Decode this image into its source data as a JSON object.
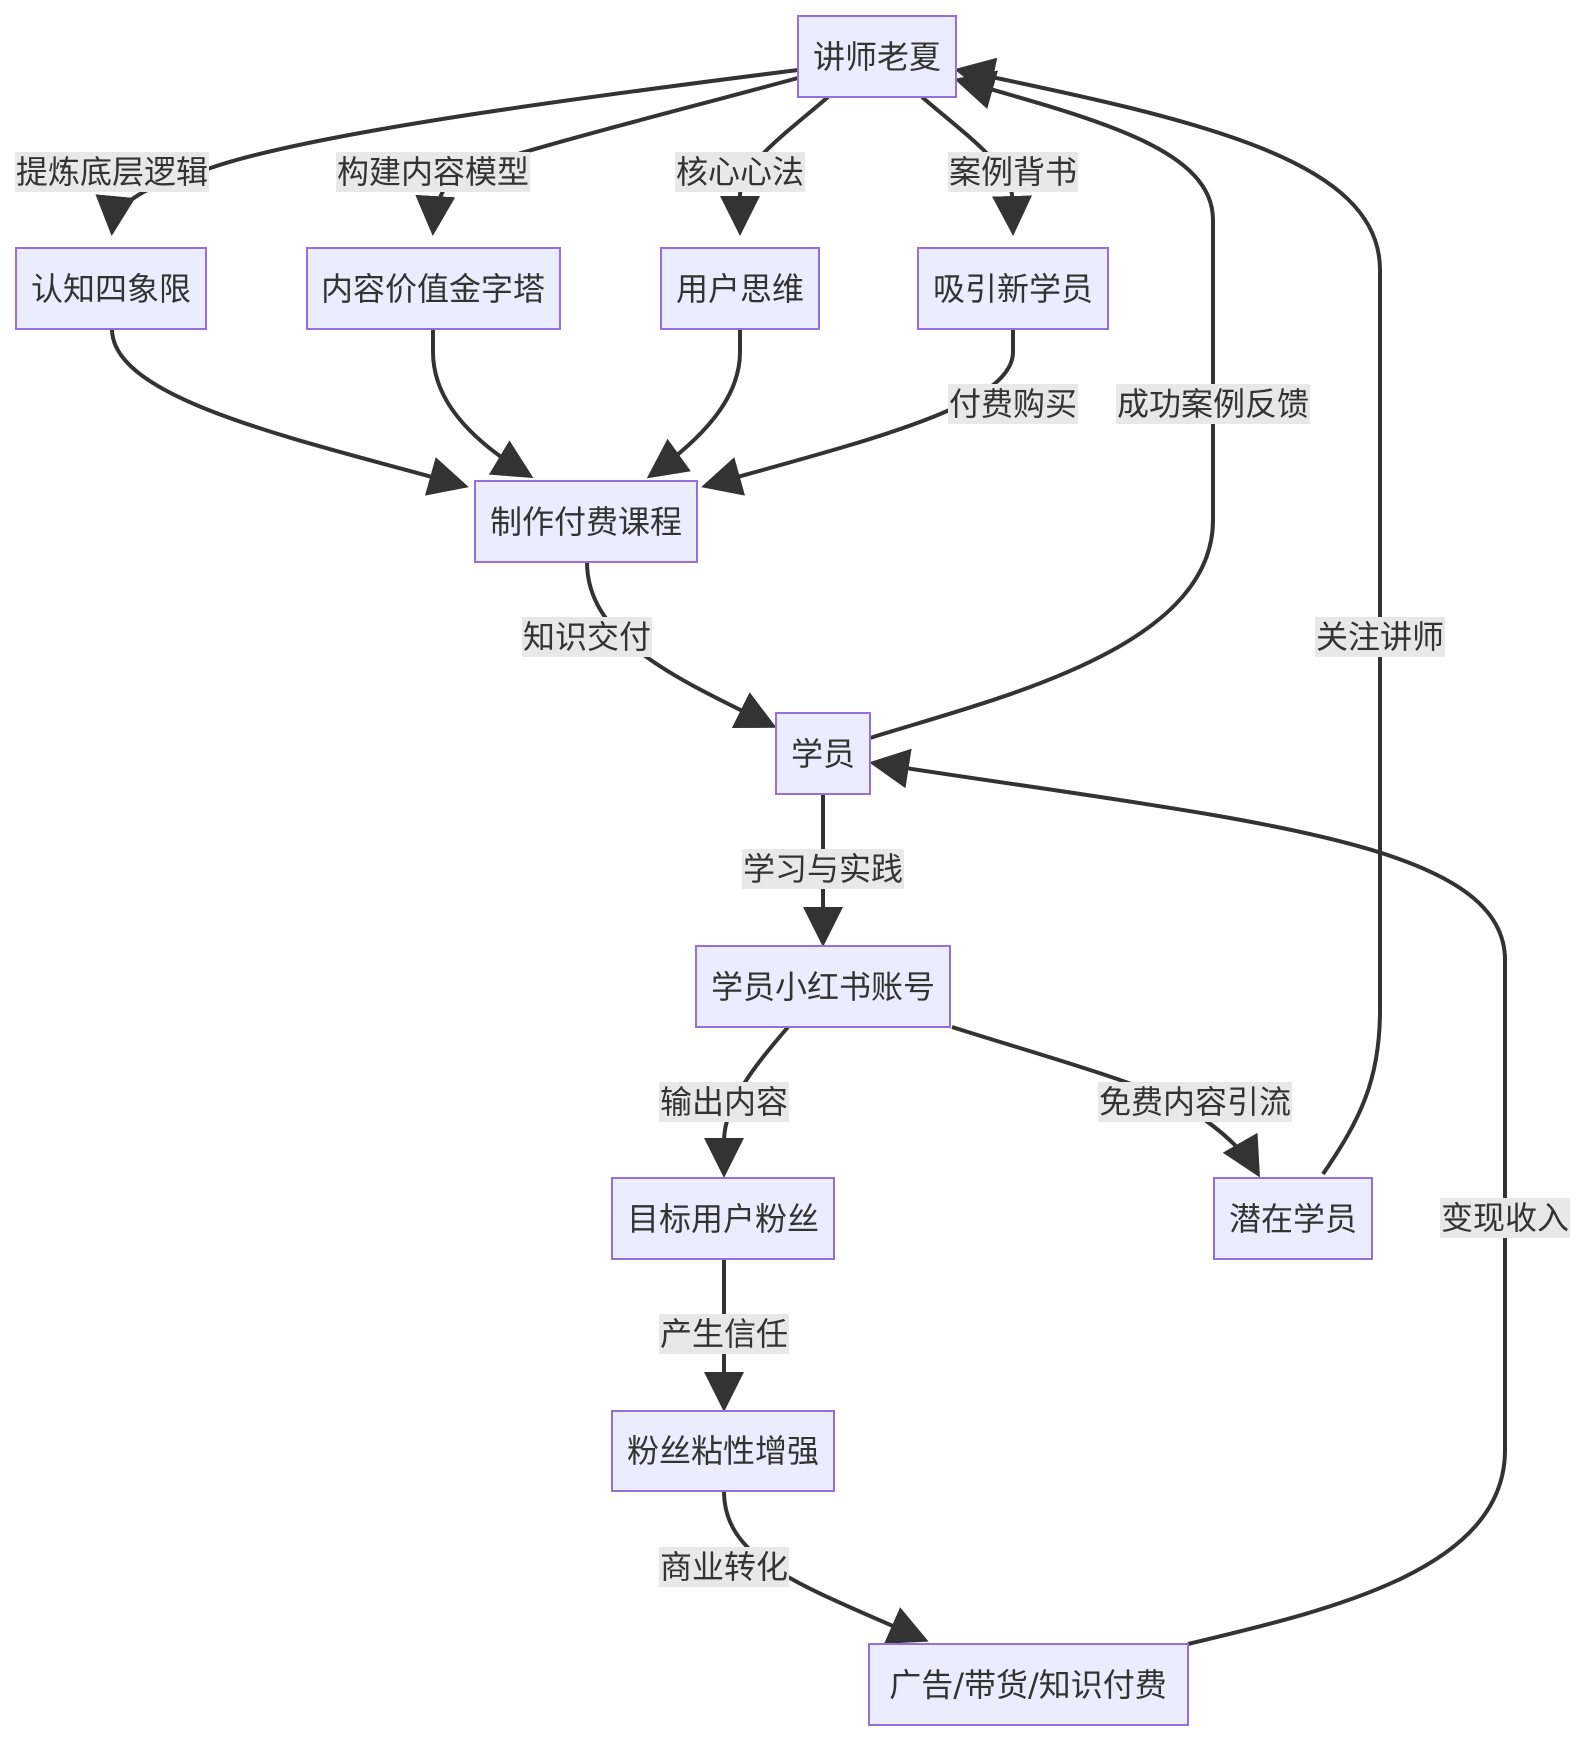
{
  "nodes": {
    "teacher": "讲师老夏",
    "cognition": "认知四象限",
    "pyramid": "内容价值金字塔",
    "user_thinking": "用户思维",
    "attract": "吸引新学员",
    "course": "制作付费课程",
    "student": "学员",
    "xhs": "学员小红书账号",
    "fans": "目标用户粉丝",
    "potential": "潜在学员",
    "stickiness": "粉丝粘性增强",
    "monetize": "广告/带货/知识付费"
  },
  "edges": {
    "e1": "提炼底层逻辑",
    "e2": "构建内容模型",
    "e3": "核心心法",
    "e4": "案例背书",
    "e5": "付费购买",
    "e6": "知识交付",
    "e7": "成功案例反馈",
    "e8": "学习与实践",
    "e9": "输出内容",
    "e10": "免费内容引流",
    "e11": "关注讲师",
    "e12": "产生信任",
    "e13": "商业转化",
    "e14": "变现收入"
  },
  "colors": {
    "node_fill": "#ECECFF",
    "node_stroke": "#9370DB",
    "edge": "#333333",
    "label_bg": "#e8e8e8"
  }
}
